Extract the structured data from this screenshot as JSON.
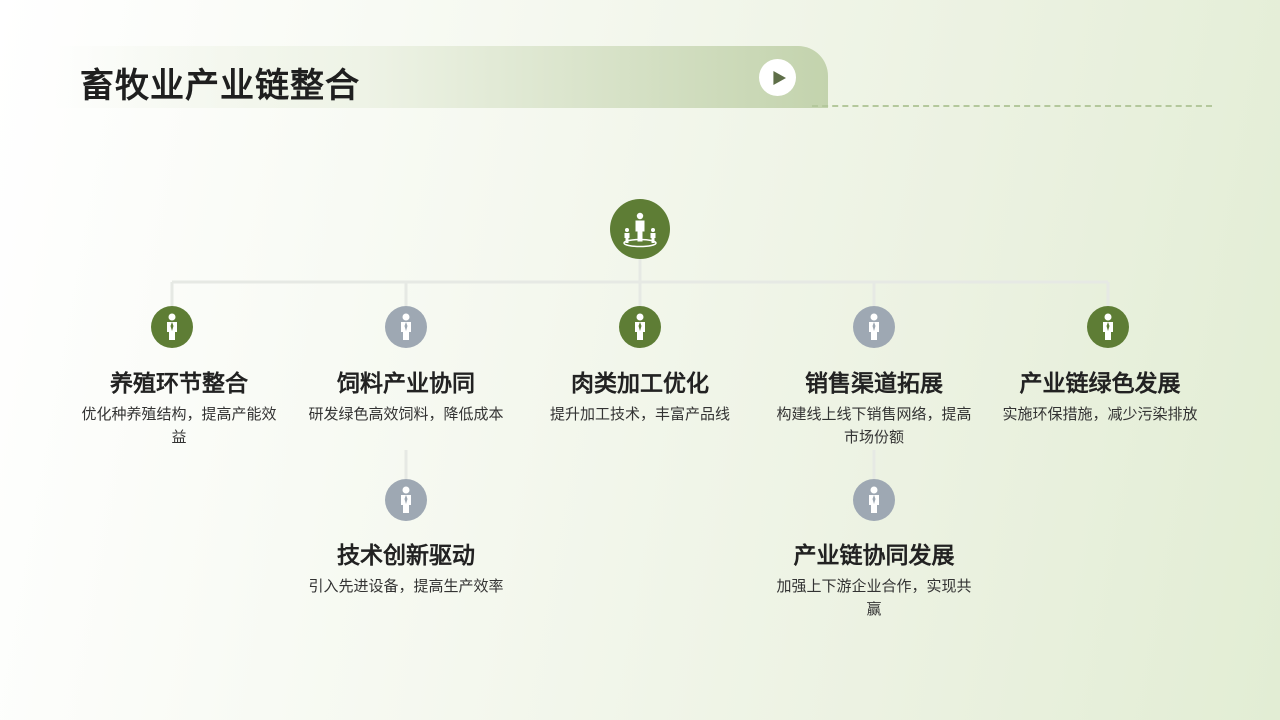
{
  "header": {
    "title": "畜牧业产业链整合",
    "play_icon": "play-icon"
  },
  "colors": {
    "accent_green": "#5e7d35",
    "neutral_gray": "#9ea8b3",
    "connector": "#e6e9e4"
  },
  "root": {
    "icon": "people-hierarchy-icon"
  },
  "nodes": [
    {
      "title": "养殖环节整合",
      "desc": "优化种养殖结构，提高产能效益",
      "icon": "person-icon",
      "color": "green"
    },
    {
      "title": "饲料产业协同",
      "desc": "研发绿色高效饲料，降低成本",
      "icon": "person-icon",
      "color": "gray"
    },
    {
      "title": "肉类加工优化",
      "desc": "提升加工技术，丰富产品线",
      "icon": "person-icon",
      "color": "green"
    },
    {
      "title": "销售渠道拓展",
      "desc": "构建线上线下销售网络，提高市场份额",
      "icon": "person-icon",
      "color": "gray"
    },
    {
      "title": "产业链绿色发展",
      "desc": "实施环保措施，减少污染排放",
      "icon": "person-icon",
      "color": "green"
    },
    {
      "title": "技术创新驱动",
      "desc": "引入先进设备，提高生产效率",
      "icon": "person-icon",
      "color": "gray"
    },
    {
      "title": "产业链协同发展",
      "desc": "加强上下游企业合作，实现共赢",
      "icon": "person-icon",
      "color": "gray"
    }
  ]
}
